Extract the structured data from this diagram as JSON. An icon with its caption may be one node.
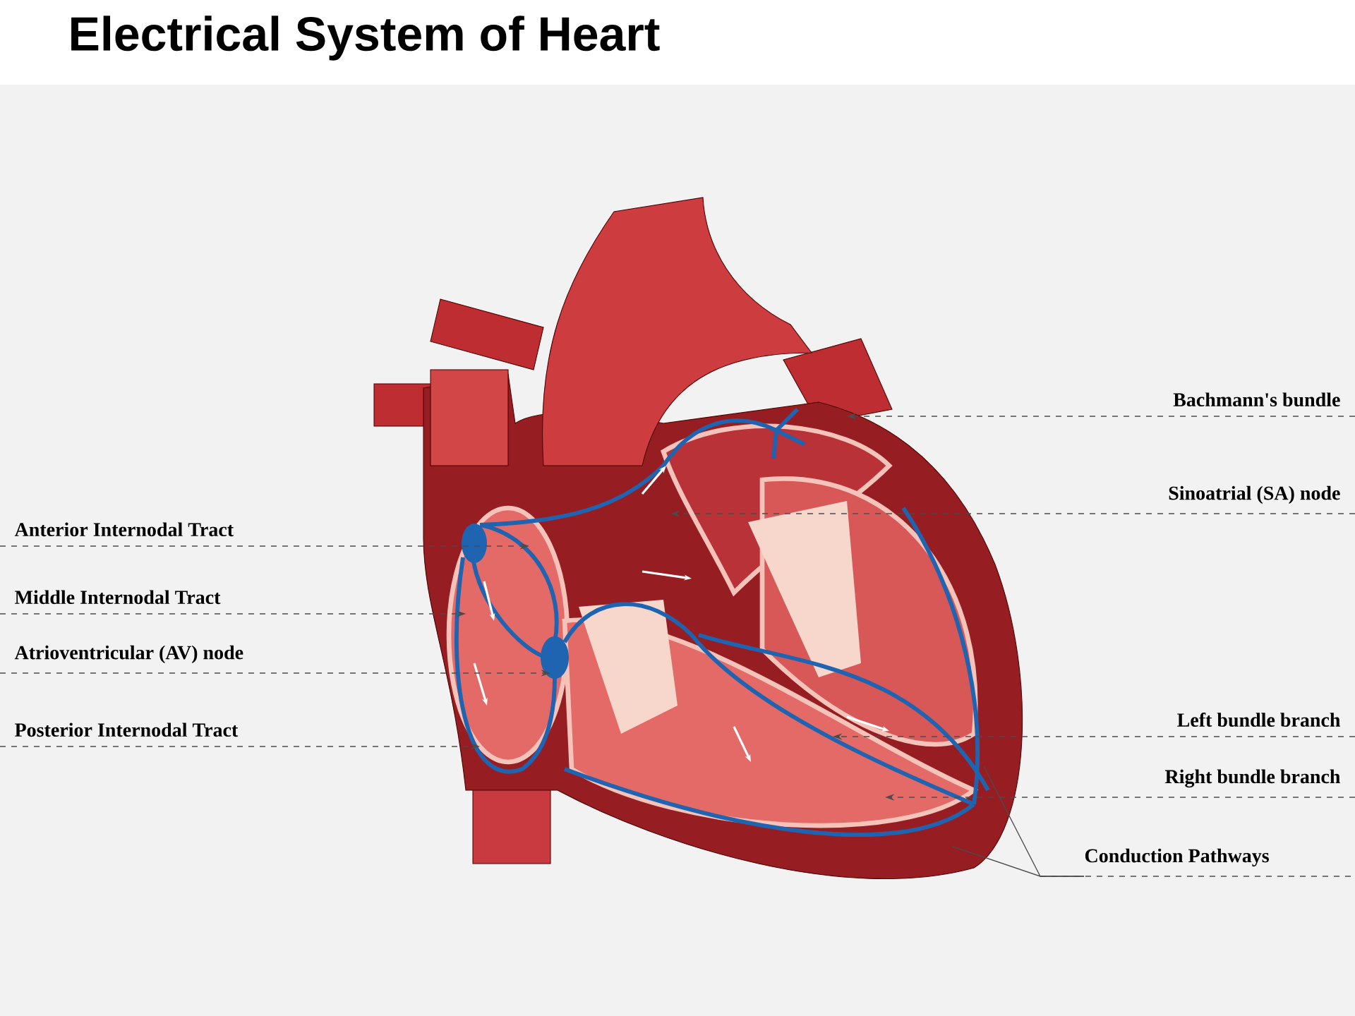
{
  "diagram": {
    "title": "Electrical System of Heart",
    "nodes": [
      {
        "text": [
          "Bachmann's bundle"
        ]
      },
      {
        "text": [
          "Sinoatrial (SA) node"
        ]
      },
      {
        "text": [
          "Anterior Internodal Tract"
        ]
      },
      {
        "text": [
          "Middle Internodal Tract"
        ]
      },
      {
        "text": [
          "Atrioventricular (AV) node"
        ]
      },
      {
        "text": [
          "Left bundle branch"
        ]
      },
      {
        "text": [
          "Posterior Internodal Tract"
        ]
      },
      {
        "text": [
          "Right bundle branch"
        ]
      },
      {
        "text": [
          "Conduction Pathways"
        ]
      }
    ],
    "edges": [
      {
        "from": 0,
        "to": null,
        "arrow": "to",
        "style": "dashed"
      },
      {
        "from": 1,
        "to": null,
        "arrow": "to",
        "style": "dashed"
      },
      {
        "from": 2,
        "to": null,
        "arrow": "to",
        "style": "dashed"
      },
      {
        "from": 3,
        "to": null,
        "arrow": "to",
        "style": "dashed"
      },
      {
        "from": 4,
        "to": null,
        "arrow": "to",
        "style": "dashed"
      },
      {
        "from": 5,
        "to": null,
        "arrow": "to",
        "style": "dashed"
      },
      {
        "from": 6,
        "to": null,
        "arrow": "to",
        "style": "dashed"
      },
      {
        "from": 7,
        "to": null,
        "arrow": "to",
        "style": "dashed"
      },
      {
        "from": 8,
        "to": null,
        "arrow": "none"
      },
      {
        "from": 8,
        "to": null,
        "arrow": "none"
      }
    ]
  }
}
